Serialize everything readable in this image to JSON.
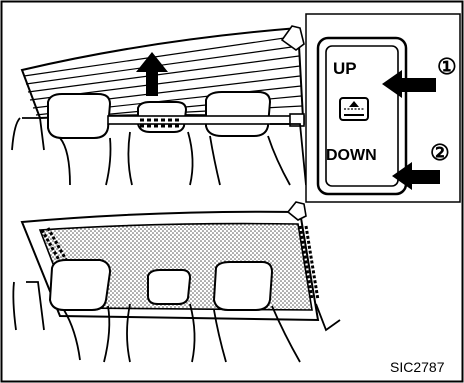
{
  "switch": {
    "up_label": "UP",
    "down_label": "DOWN",
    "icon": "sunshade-switch-icon"
  },
  "callouts": {
    "up_number": "①",
    "down_number": "②"
  },
  "figure_code": "SIC2787",
  "colors": {
    "line": "#000000",
    "background": "#ffffff",
    "shade_fill": "#cfcfcf"
  }
}
